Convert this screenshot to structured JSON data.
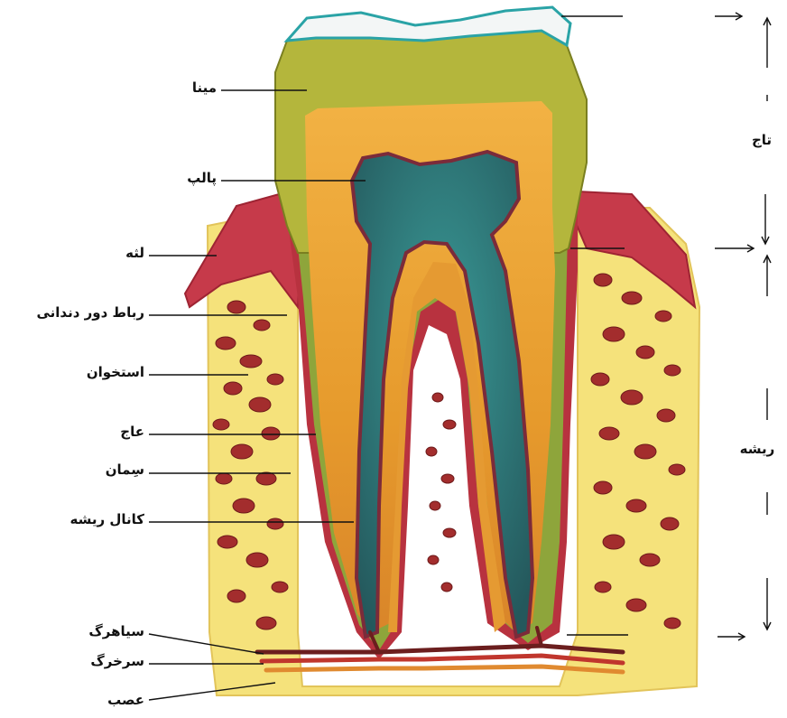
{
  "labels": {
    "enamel": "مینا",
    "pulp": "پالپ",
    "gum": "لثه",
    "periodontal_ligament": "رباط دور دندانی",
    "bone": "استخوان",
    "dentin": "عاج",
    "cementum": "سِمان",
    "root_canal": "کانال ریشه",
    "vein": "سیاهرگ",
    "artery": "سرخرگ",
    "nerve": "عصب",
    "crown": "تاج",
    "root": "ریشه"
  },
  "colors": {
    "enamel_cap": "#f2f6f6",
    "enamel_outline": "#2aa3a6",
    "crown_olive": "#b7b53c",
    "dentin": "#e9a12f",
    "pulp_teal": "#2b6e70",
    "gum_red": "#c4384b",
    "bone_yellow": "#f6e37d",
    "marrow": "#9b2a2a",
    "root_green": "#8da23a"
  }
}
